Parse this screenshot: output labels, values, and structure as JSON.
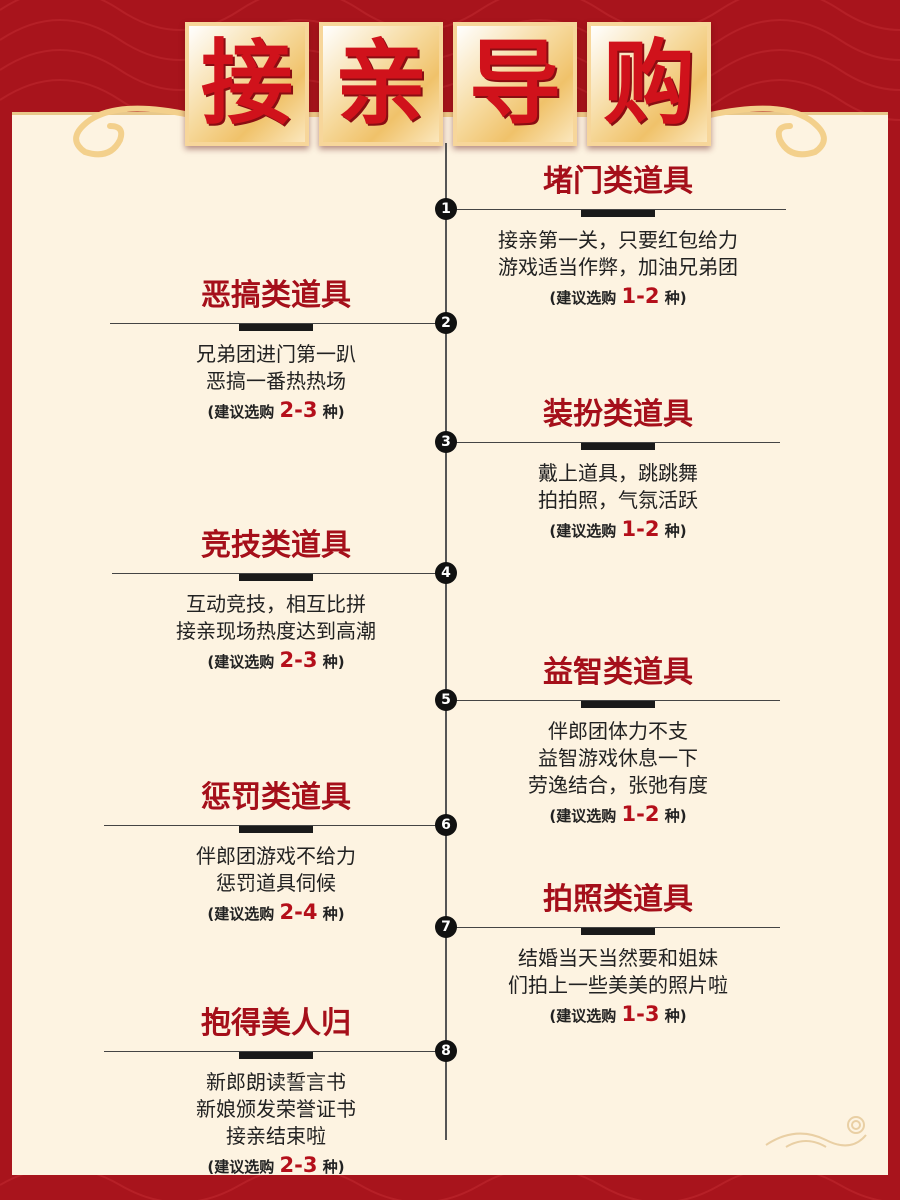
{
  "title_chars": [
    "接",
    "亲",
    "导",
    "购"
  ],
  "sections": [
    {
      "num": "1",
      "name": "堵门类道具",
      "lines": [
        "接亲第一关，只要红包给力",
        "游戏适当作弊，加油兄弟团"
      ],
      "tip_prefix": "(建议选购",
      "tip_range": "1-2",
      "tip_suffix": "种)"
    },
    {
      "num": "2",
      "name": "恶搞类道具",
      "lines": [
        "兄弟团进门第一趴",
        "恶搞一番热热场"
      ],
      "tip_prefix": "(建议选购",
      "tip_range": "2-3",
      "tip_suffix": "种)"
    },
    {
      "num": "3",
      "name": "装扮类道具",
      "lines": [
        "戴上道具，跳跳舞",
        "拍拍照，气氛活跃"
      ],
      "tip_prefix": "(建议选购",
      "tip_range": "1-2",
      "tip_suffix": "种)"
    },
    {
      "num": "4",
      "name": "竞技类道具",
      "lines": [
        "互动竞技，相互比拼",
        "接亲现场热度达到高潮"
      ],
      "tip_prefix": "(建议选购",
      "tip_range": "2-3",
      "tip_suffix": "种)"
    },
    {
      "num": "5",
      "name": "益智类道具",
      "lines": [
        "伴郎团体力不支",
        "益智游戏休息一下",
        "劳逸结合，张弛有度"
      ],
      "tip_prefix": "(建议选购",
      "tip_range": "1-2",
      "tip_suffix": "种)"
    },
    {
      "num": "6",
      "name": "惩罚类道具",
      "lines": [
        "伴郎团游戏不给力",
        "惩罚道具伺候"
      ],
      "tip_prefix": "(建议选购",
      "tip_range": "2-4",
      "tip_suffix": "种)"
    },
    {
      "num": "7",
      "name": "拍照类道具",
      "lines": [
        "结婚当天当然要和姐妹",
        "们拍上一些美美的照片啦"
      ],
      "tip_prefix": "(建议选购",
      "tip_range": "1-3",
      "tip_suffix": "种)"
    },
    {
      "num": "8",
      "name": "抱得美人归",
      "lines": [
        "新郎朗读誓言书",
        "新娘颁发荣誉证书",
        "接亲结束啦"
      ],
      "tip_prefix": "(建议选购",
      "tip_range": "2-3",
      "tip_suffix": "种)"
    }
  ],
  "colors": {
    "background": "#a8141c",
    "panel": "#fdf3e1",
    "accent": "#a50f1a",
    "tile": "#f6d99c"
  }
}
